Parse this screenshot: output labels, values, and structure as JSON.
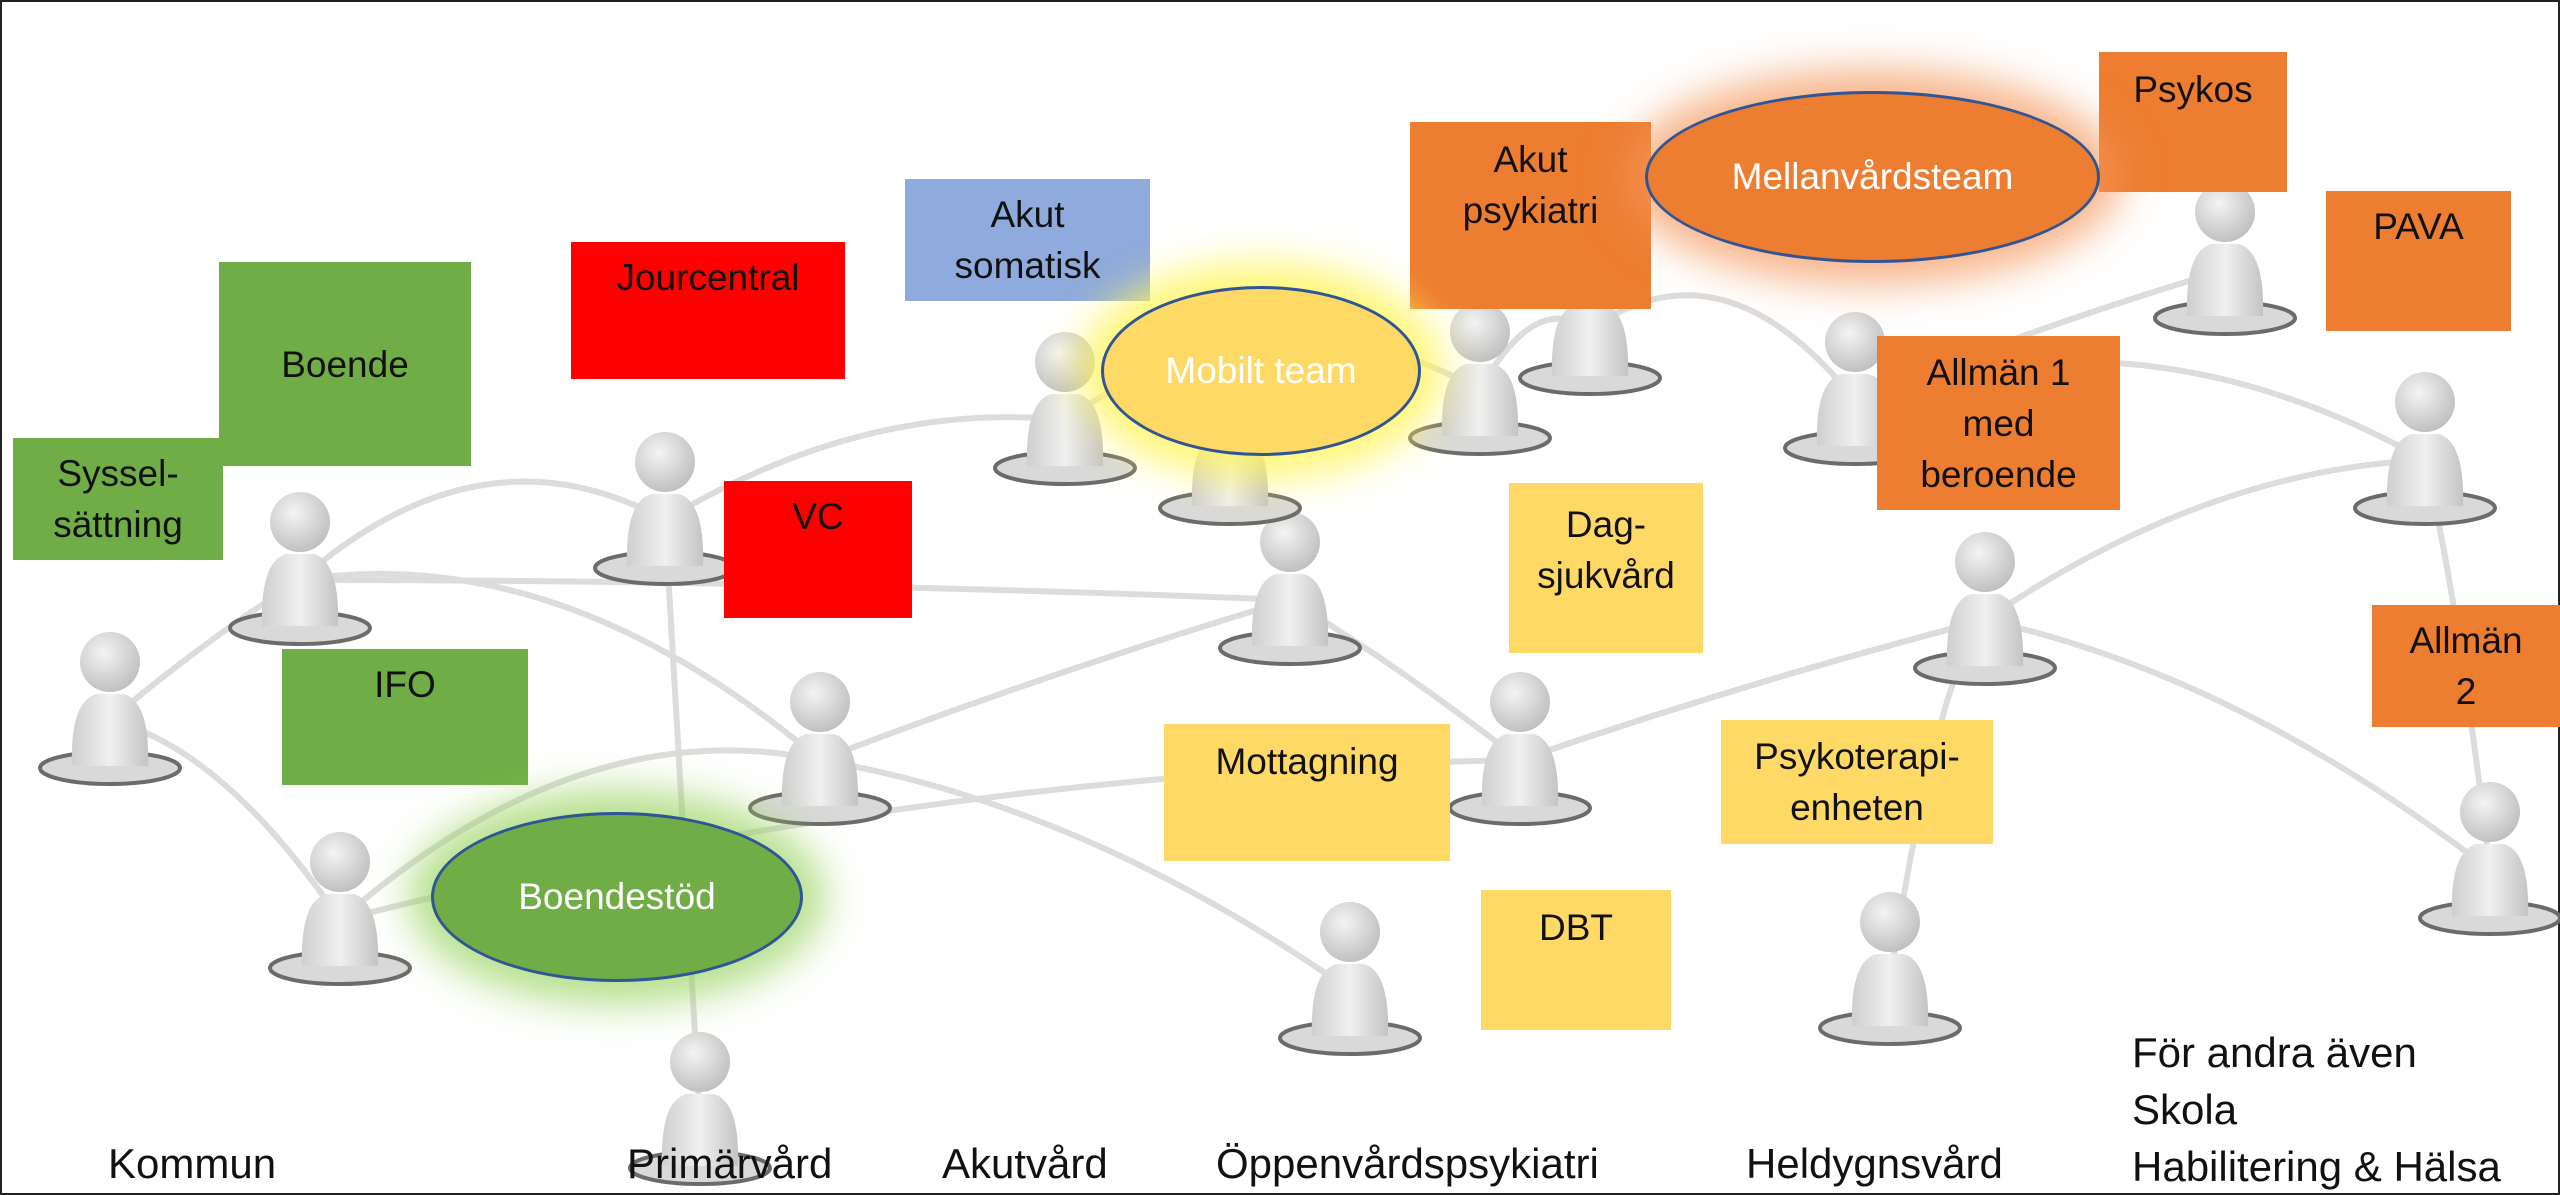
{
  "boxes": {
    "boende": "Boende",
    "sysselsattning": "Syssel-\nsättning",
    "ifo": "IFO",
    "jourcentral": "Jourcentral",
    "vc": "VC",
    "akut_somatisk": "Akut\nsomatisk",
    "akut_psykiatri": "Akut\npsykiatri",
    "psykos": "Psykos",
    "pava": "PAVA",
    "allman1": "Allmän 1\nmed\nberoende",
    "allman2": "Allmän\n2",
    "dagsjukvard": "Dag-\nsjukvård",
    "mottagning": "Mottagning",
    "psykoterapi": "Psykoterapi-\nenheten",
    "dbt": "DBT"
  },
  "ovals": {
    "mobilt_team": "Mobilt team",
    "mellanvardsteam": "Mellanvårdsteam",
    "boendestod": "Boendestöd"
  },
  "categories": {
    "kommun": "Kommun",
    "primarvard": "Primärvård",
    "akutvard": "Akutvård",
    "oppenvard": "Öppenvårdspsykiatri",
    "heldygn": "Heldygnsvård"
  },
  "note": {
    "line1": "För andra även",
    "line2": "Skola",
    "line3": "Habilitering & Hälsa"
  },
  "colors": {
    "kommun_green": "#70ad47",
    "primarvard_red": "#ff0000",
    "akut_blue": "#8faadc",
    "heldygn_orange": "#ed7d31",
    "oppenvard_yellow": "#ffd966"
  }
}
